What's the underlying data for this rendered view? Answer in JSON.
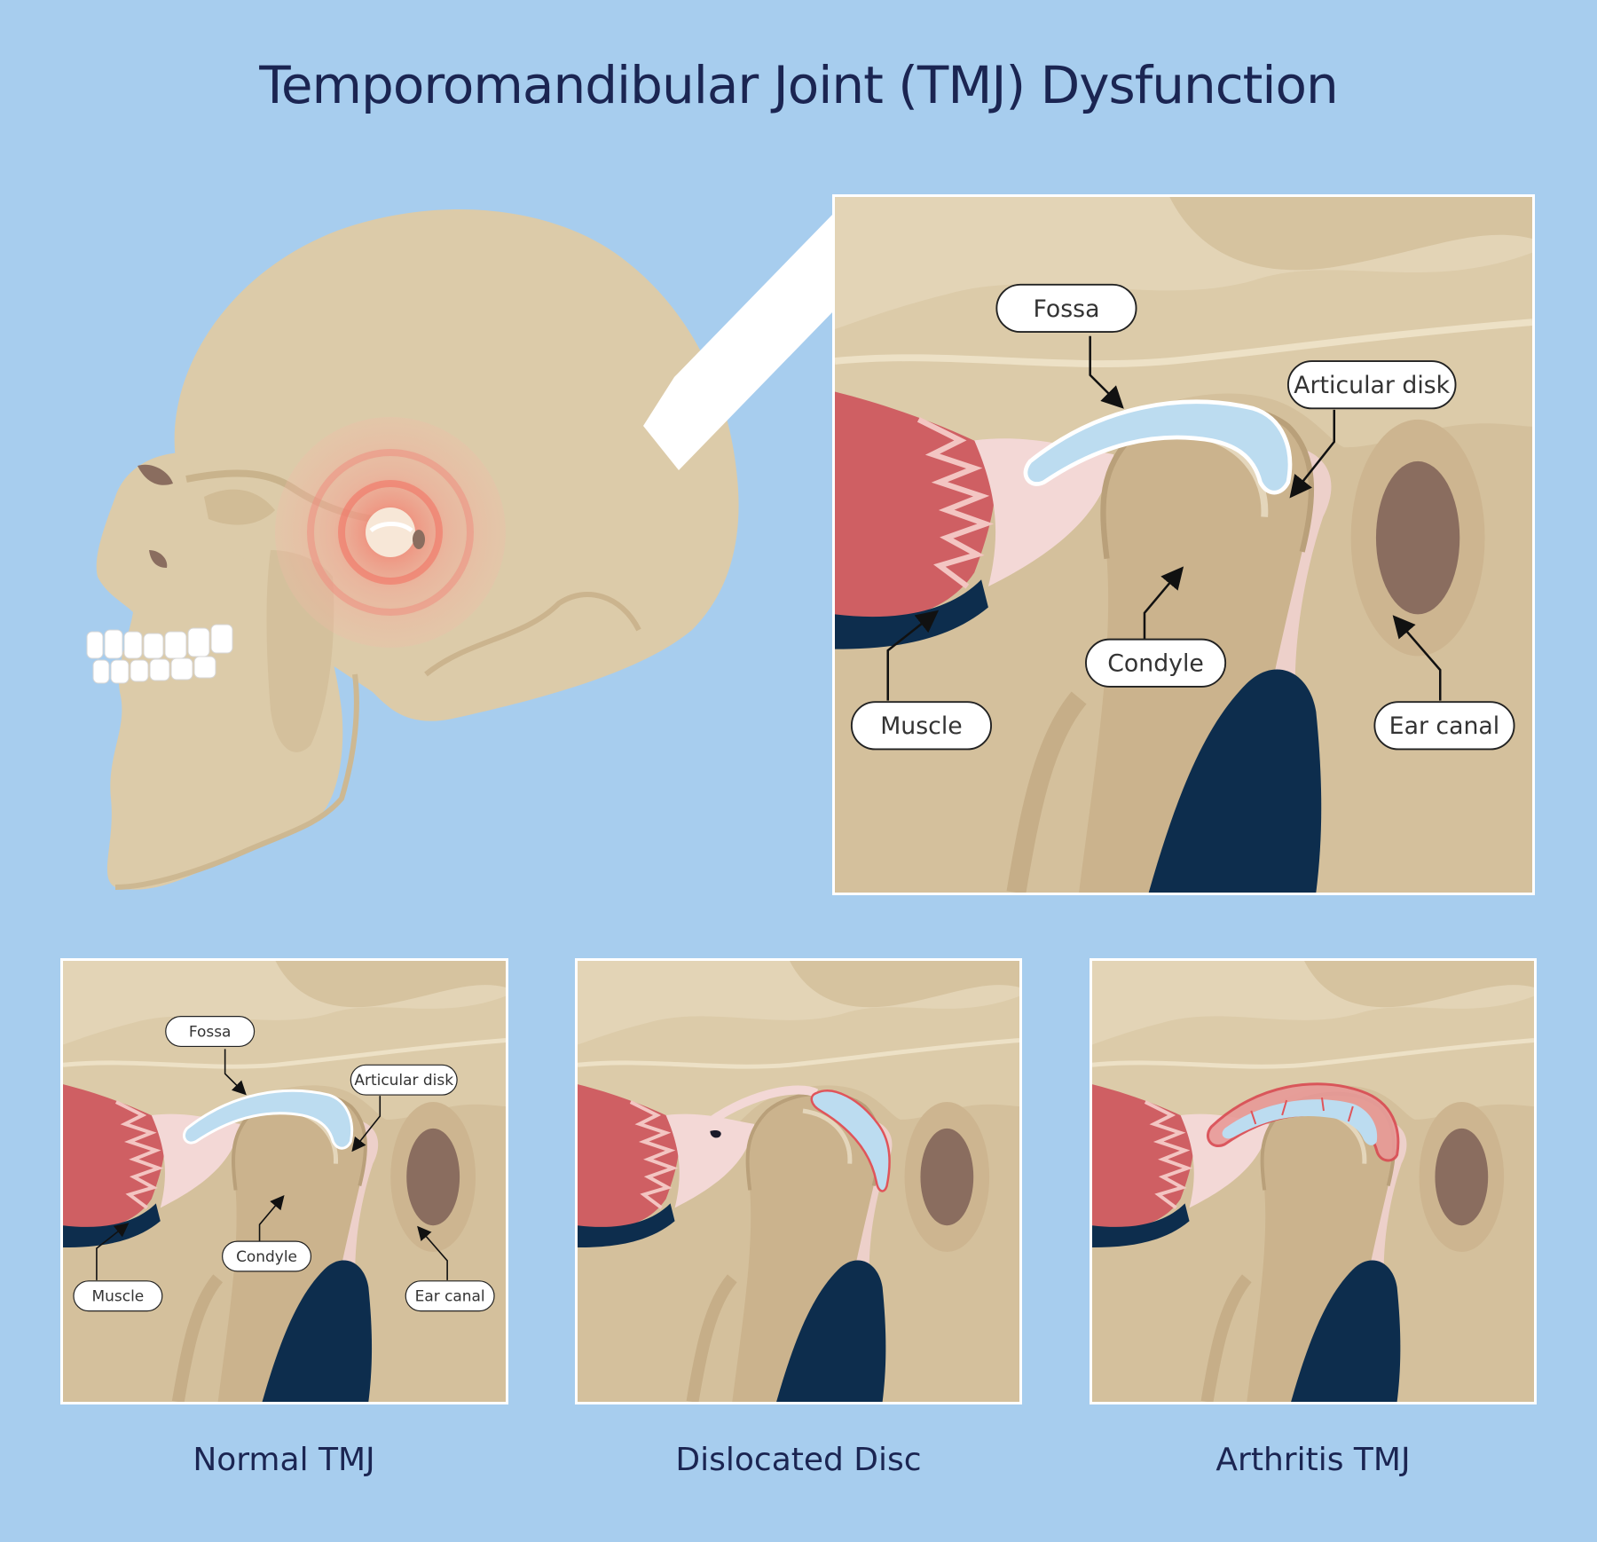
{
  "title": "Temporomandibular Joint (TMJ) Dysfunction",
  "labels": {
    "fossa": "Fossa",
    "articular_disk": "Articular disk",
    "condyle": "Condyle",
    "muscle": "Muscle",
    "ear_canal": "Ear canal"
  },
  "captions": {
    "normal": "Normal TMJ",
    "dislocated": "Dislocated Disc",
    "arthritis": "Arthritis TMJ"
  },
  "colors": {
    "background": "#a7cdee",
    "bone": "#dccba9",
    "muscle": "#cf5f63",
    "disk": "#bcdcf0",
    "cavity": "#0d2d4d",
    "ear": "#8a6d5f",
    "inflammation": "#e0545a"
  }
}
